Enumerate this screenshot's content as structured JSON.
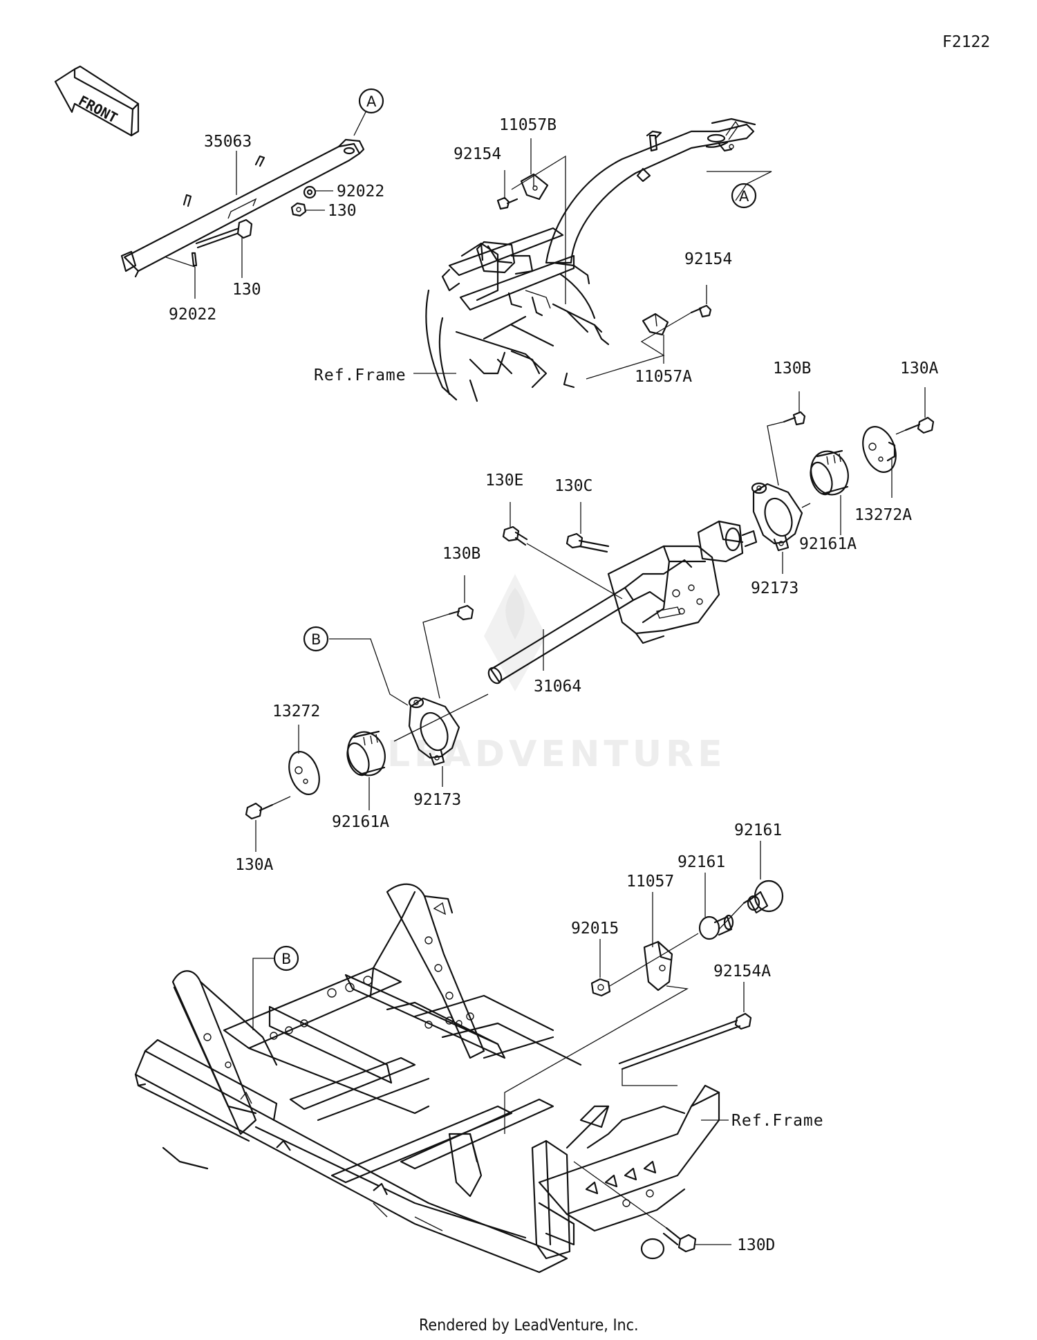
{
  "figure_code": "F2122",
  "front_label": "FRONT",
  "watermark": "LEADVENTURE",
  "footer": "Rendered by LeadVenture, Inc.",
  "callouts": {
    "a": "A",
    "b": "B"
  },
  "ref_frame": "Ref.Frame",
  "parts": {
    "p35063": "35063",
    "p92022": "92022",
    "p130": "130",
    "p11057B": "11057B",
    "p92154": "92154",
    "p11057A": "11057A",
    "p130B": "130B",
    "p130A": "130A",
    "p130E": "130E",
    "p130C": "130C",
    "p92173": "92173",
    "p92161A": "92161A",
    "p13272A": "13272A",
    "p31064": "31064",
    "p13272": "13272",
    "p92161": "92161",
    "p11057": "11057",
    "p92015": "92015",
    "p92154A": "92154A",
    "p130D": "130D"
  }
}
